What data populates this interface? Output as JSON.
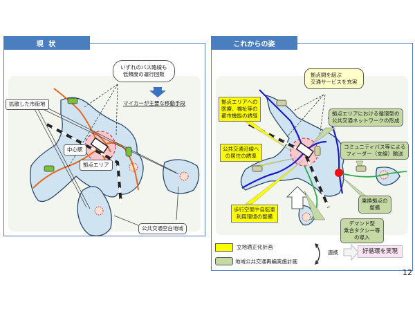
{
  "left_panel": {
    "title": "現 状",
    "callouts": {
      "bus_low_freq_line1": "いずれのバス路線も",
      "bus_low_freq_line2": "低頻度の運行回数",
      "car_main": "マイカーが主要な移動手段",
      "sprawl": "拡散した市街地",
      "central_station": "中心駅",
      "hub_area": "拠点エリア",
      "transit_gap": "公共交通空白地域"
    }
  },
  "right_panel": {
    "title": "これからの姿",
    "callouts": {
      "connect_hubs_line1": "拠点間を結ぶ",
      "connect_hubs_line2": "交通サービスを充実",
      "guide_functions_line1": "拠点エリアへの",
      "guide_functions_line2": "医療、福祉等の",
      "guide_functions_line3": "都市機能の誘導",
      "loop_network_line1": "拠点エリアにおける循環型の",
      "loop_network_line2": "公共交通ネットワークの形成",
      "residence_line1": "公共交通沿線へ",
      "residence_line2": "の居住の誘導",
      "feeder_line1": "コミュニティバス等による",
      "feeder_line2": "フィーダー（支線）輸送",
      "transfer_line1": "乗換拠点の",
      "transfer_line2": "整備",
      "walking_line1": "歩行空間や自転車",
      "walking_line2": "利用環境の整備",
      "demand_line1": "デマンド型",
      "demand_line2": "乗合タクシー等",
      "demand_line3": "の導入"
    },
    "legend": {
      "yellow_label": "立地適正化計画",
      "green_label": "地域公共交通再編実施計画",
      "link_label": "連携",
      "result_label": "好循環を実現",
      "yellow_color": "#ffff00",
      "green_color": "#c5d9a4"
    }
  },
  "page_number": "12",
  "colors": {
    "header_blue": "#4a7ebf",
    "area_fill": "#cfe3f0",
    "bus_route_orange": "#e8651a",
    "trunk_route_blue": "#1a1acc",
    "feeder_green": "#2ea84a",
    "hub_pink": "#f8c8cc",
    "transfer_red": "#ee1111"
  }
}
